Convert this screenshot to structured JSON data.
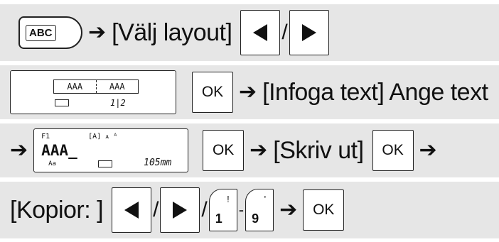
{
  "row1": {
    "key_abc_label": "ABC",
    "text": "[Välj layout]",
    "slash": "/"
  },
  "row2": {
    "lcd": {
      "left": "AAA",
      "right": "AAA",
      "counter": "1|2"
    },
    "ok": "OK",
    "text": "[Infoga text] Ange text"
  },
  "row3": {
    "lcd": {
      "f": "F1",
      "indicators": "[A] ᴀ ᴬ",
      "text": "AAA_",
      "mode": "Aa",
      "size": "105mm"
    },
    "ok": "OK",
    "text": "[Skriv ut]",
    "ok2": "OK"
  },
  "row4": {
    "text": "[Kopior: ]",
    "slash": "/",
    "key1_num": "1",
    "key1_sym": "!",
    "dash": "-",
    "key9_num": "9",
    "key9_sym": "'",
    "ok": "OK"
  },
  "icons": [
    "arrow-right-icon",
    "triangle-left-icon",
    "triangle-right-icon",
    "tape-cassette-icon"
  ]
}
